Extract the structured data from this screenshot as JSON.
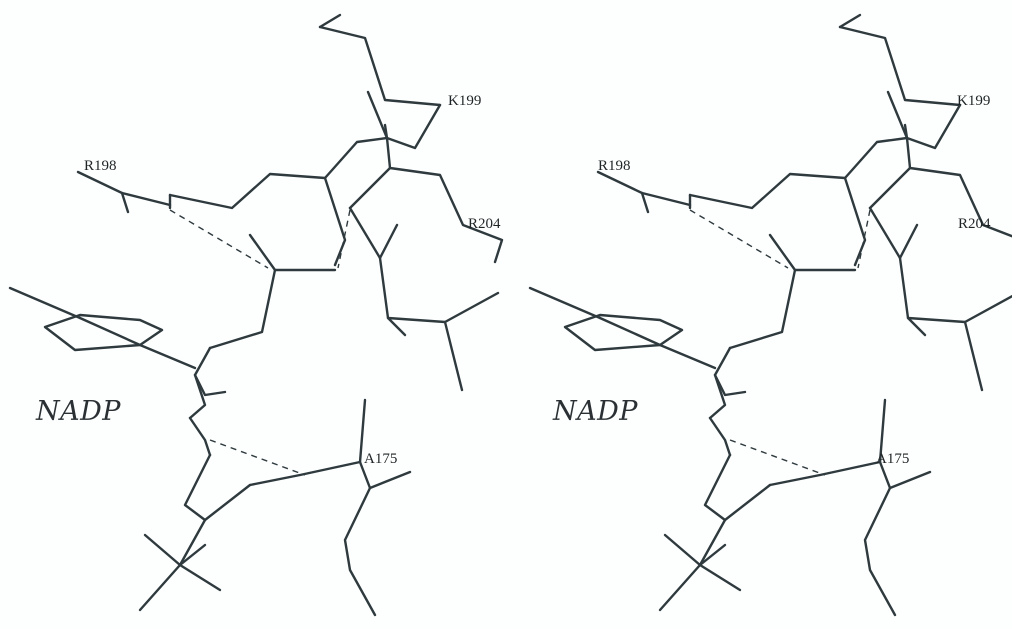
{
  "figure": {
    "ligand_label": "NADP",
    "residue_labels": {
      "k199": "K199",
      "r198": "R198",
      "r204": "R204",
      "a175": "A175"
    }
  },
  "colors": {
    "bond": "#2e3a3e",
    "background": "#fdfefe"
  }
}
